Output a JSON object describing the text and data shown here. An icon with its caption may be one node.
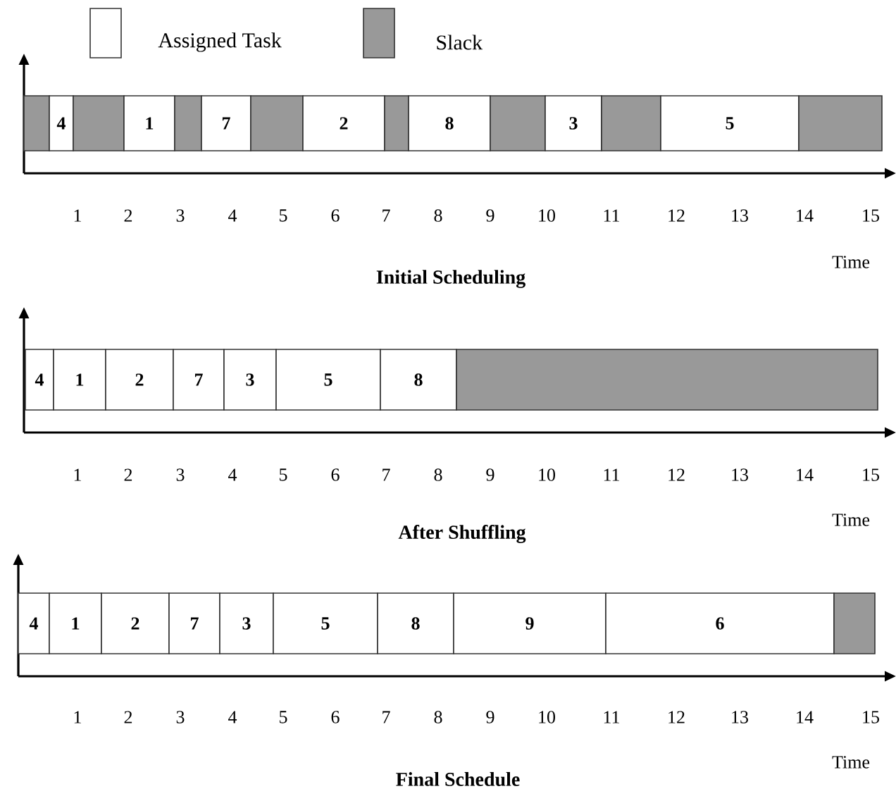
{
  "diagram": {
    "nodes": [
      {
        "text": [],
        "shape": "box"
      },
      {
        "text": [
          "4"
        ]
      },
      {
        "text": [],
        "shape": "box"
      },
      {
        "text": [
          "1"
        ]
      },
      {
        "text": [],
        "shape": "box"
      },
      {
        "text": [
          "7"
        ]
      },
      {
        "text": [],
        "shape": "box"
      },
      {
        "text": [
          "2"
        ]
      },
      {
        "text": [],
        "shape": "box"
      },
      {
        "text": [
          "8"
        ]
      },
      {
        "text": [],
        "shape": "box"
      },
      {
        "text": [
          "3"
        ]
      },
      {
        "text": [],
        "shape": "box"
      },
      {
        "text": [
          "5"
        ]
      },
      {
        "text": [],
        "shape": "box"
      },
      {
        "text": [
          "4"
        ]
      },
      {
        "text": [
          "1"
        ]
      },
      {
        "text": [
          "2"
        ]
      },
      {
        "text": [
          "7"
        ]
      },
      {
        "text": [
          "3"
        ]
      },
      {
        "text": [
          "5"
        ]
      },
      {
        "text": [
          "8"
        ]
      },
      {
        "text": [],
        "shape": "box"
      },
      {
        "text": [
          "4"
        ]
      },
      {
        "text": [
          "1"
        ]
      },
      {
        "text": [
          "2"
        ]
      },
      {
        "text": [
          "7"
        ]
      },
      {
        "text": [
          "3"
        ]
      },
      {
        "text": [
          "5"
        ]
      },
      {
        "text": [
          "8"
        ]
      },
      {
        "text": [
          "9"
        ]
      },
      {
        "text": [
          "6"
        ]
      },
      {
        "text": [],
        "shape": "box"
      }
    ],
    "labels": [
      "1",
      "2",
      "3",
      "4",
      "5",
      "6",
      "7",
      "8",
      "9",
      "10",
      "11",
      "12",
      "13",
      "14",
      "15",
      "Time",
      "Initial Scheduling",
      "1",
      "2",
      "3",
      "4",
      "5",
      "6",
      "7",
      "8",
      "9",
      "10",
      "11",
      "12",
      "13",
      "14",
      "15",
      "Time",
      "After Shuffling",
      "1",
      "2",
      "3",
      "4",
      "5",
      "6",
      "7",
      "8",
      "9",
      "10",
      "11",
      "12",
      "13",
      "14",
      "15",
      "Time",
      "Final Schedule"
    ],
    "legend": [
      {
        "text": "Assigned Task"
      },
      {
        "text": "Slack",
        "color": "#999999"
      }
    ]
  }
}
